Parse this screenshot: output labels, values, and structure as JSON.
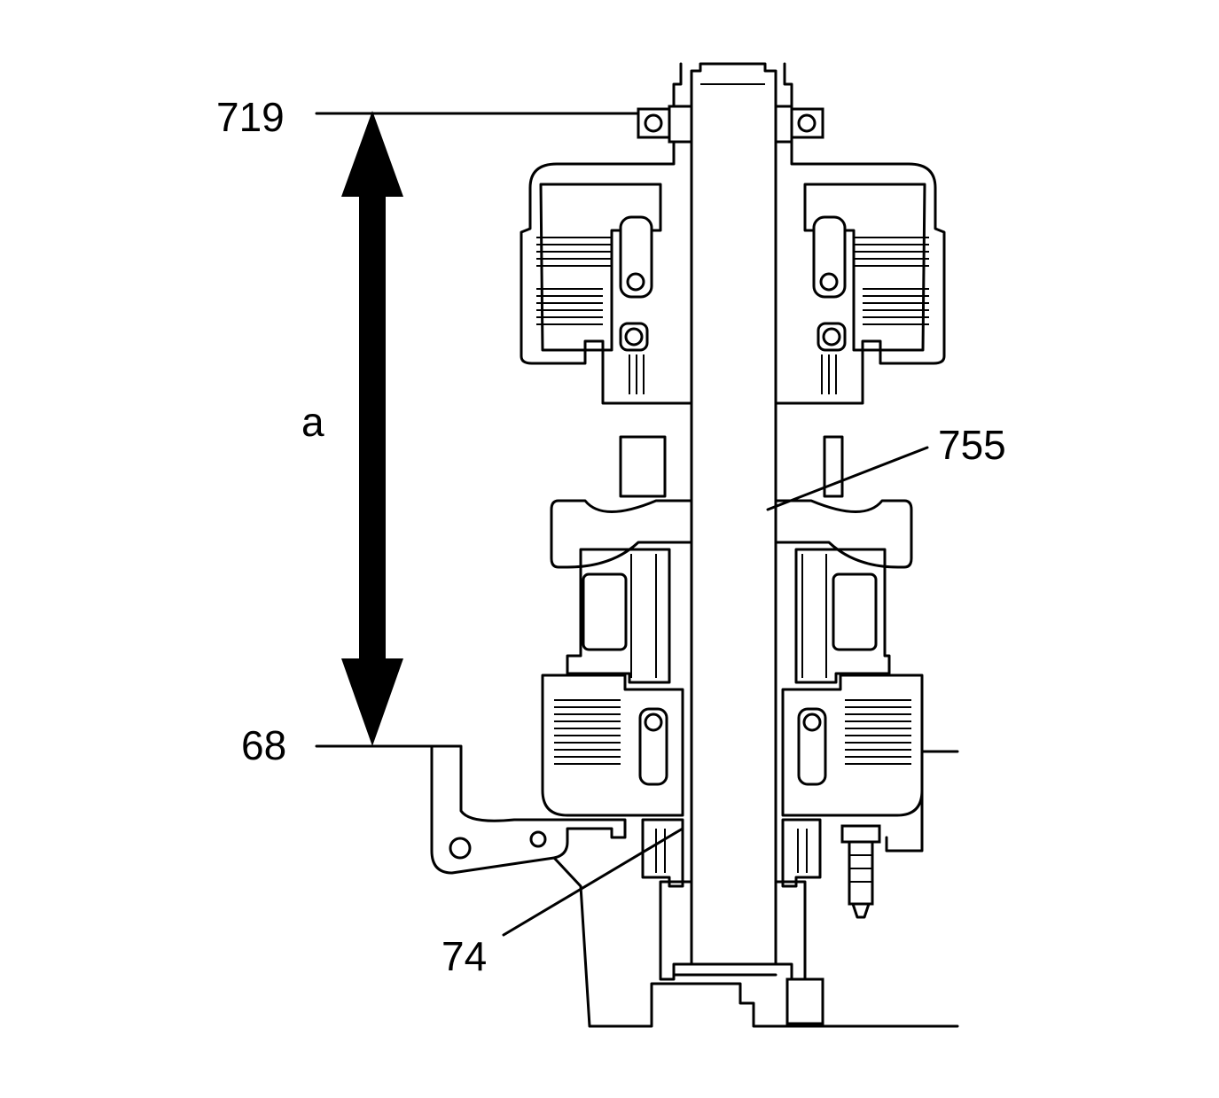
{
  "callouts": {
    "top_ref": "719",
    "bottom_ref": "68",
    "dimension": "a",
    "shaft": "755",
    "seal": "74"
  },
  "colors": {
    "ink": "#000000",
    "paper": "#ffffff"
  }
}
